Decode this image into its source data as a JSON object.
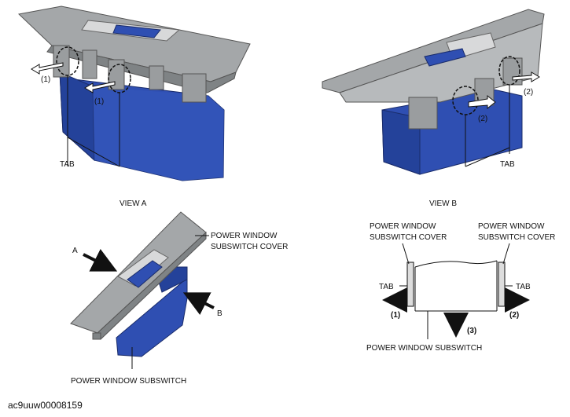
{
  "labels": {
    "tab": "TAB",
    "view_a": "VIEW A",
    "view_b": "VIEW B",
    "step_1": "(1)",
    "step_2": "(2)",
    "step_3": "(3)",
    "arrow_a": "A",
    "arrow_b": "B",
    "cover_line1": "POWER WINDOW",
    "cover_line2": "SUBSWITCH COVER",
    "subswitch": "POWER WINDOW SUBSWITCH",
    "figure_code": "ac9uuw00008159"
  },
  "colors": {
    "cover_gray": "#a4a7a9",
    "cover_dark": "#7f8385",
    "switch_blue": "#2f4fb2",
    "switch_dark": "#1f3782",
    "line": "#111111"
  }
}
